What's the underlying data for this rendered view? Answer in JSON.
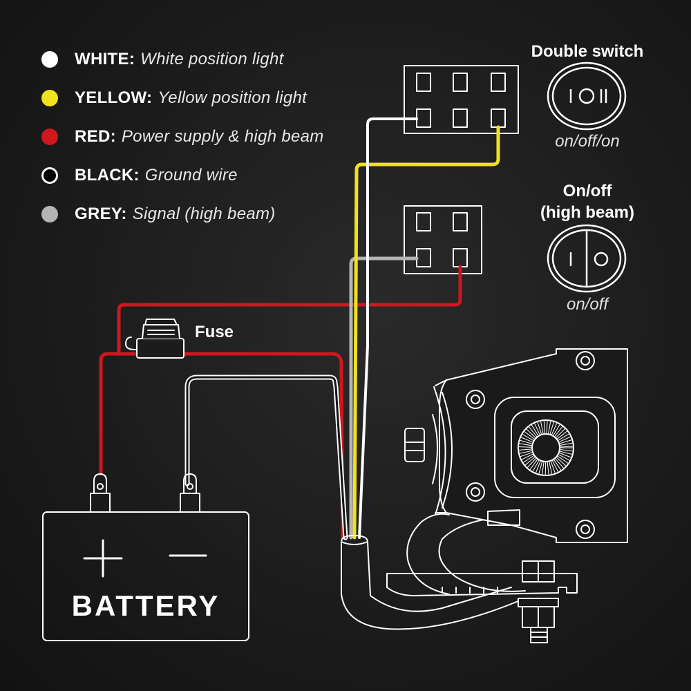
{
  "legend": [
    {
      "key": "WHITE:",
      "desc": "White position light",
      "color": "#ffffff"
    },
    {
      "key": "YELLOW:",
      "desc": "Yellow position light",
      "color": "#f2e21c"
    },
    {
      "key": "RED:",
      "desc": "Power supply & high beam",
      "color": "#d0161e"
    },
    {
      "key": "BLACK:",
      "desc": "Ground wire",
      "color": "#000000"
    },
    {
      "key": "GREY:",
      "desc": "Signal (high beam)",
      "color": "#b5b5b5"
    }
  ],
  "switches": {
    "double": {
      "title": "Double switch",
      "caption": "on/off/on",
      "glyph": "I O II"
    },
    "onoff": {
      "title_line1": "On/off",
      "title_line2": "(high beam)",
      "caption": "on/off",
      "glyph": "I O"
    }
  },
  "fuse_label": "Fuse",
  "battery": {
    "label": "BATTERY",
    "plus": "+",
    "minus": "−"
  },
  "colors": {
    "background": "#1c1c1c",
    "outline": "#ffffff",
    "red": "#d0161e",
    "yellow": "#f2e21c",
    "grey": "#b5b5b5"
  }
}
